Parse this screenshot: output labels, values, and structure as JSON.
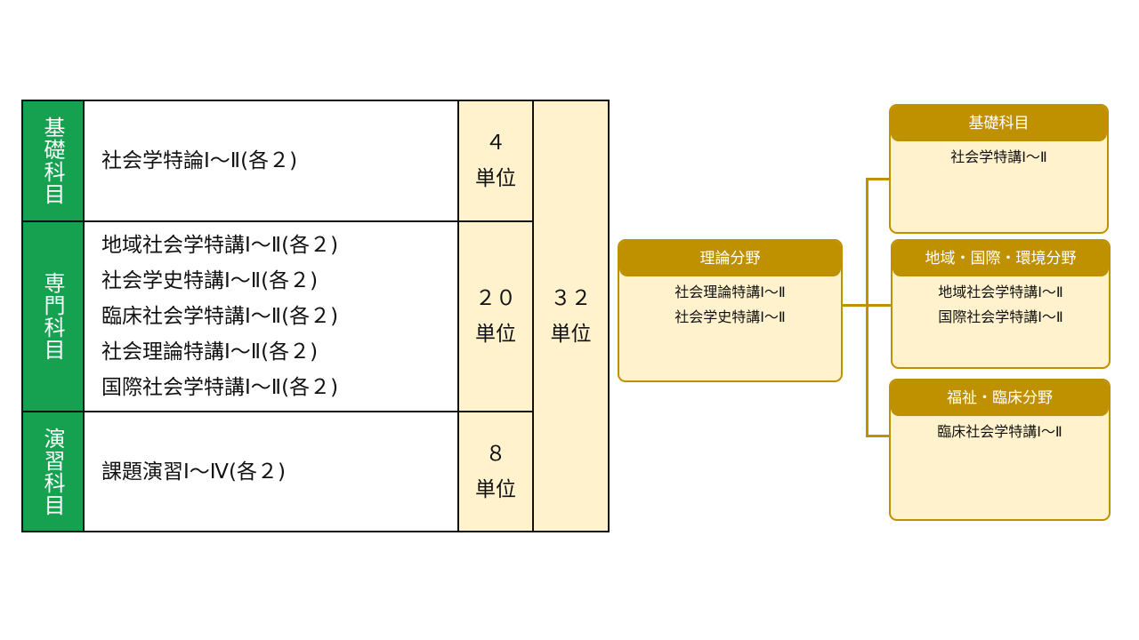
{
  "table": {
    "rows": [
      {
        "category": "基礎科目",
        "subjects": [
          "社会学特論Ⅰ～Ⅱ(各２)"
        ],
        "units": [
          "４",
          "単位"
        ]
      },
      {
        "category": "専門科目",
        "subjects": [
          "地域社会学特講Ⅰ～Ⅱ(各２)",
          "社会学史特講Ⅰ～Ⅱ(各２)",
          "臨床社会学特講Ⅰ～Ⅱ(各２)",
          "社会理論特講Ⅰ～Ⅱ(各２)",
          "国際社会学特講Ⅰ～Ⅱ(各２)"
        ],
        "units": [
          "２０",
          "単位"
        ]
      },
      {
        "category": "演習科目",
        "subjects": [
          "課題演習Ⅰ～Ⅳ(各２)"
        ],
        "units": [
          "８",
          "単位"
        ]
      }
    ],
    "total": [
      "３２",
      "単位"
    ]
  },
  "diagram": {
    "theory": {
      "title": "理論分野",
      "items": [
        "社会理論特講Ⅰ～Ⅱ",
        "社会学史特講Ⅰ～Ⅱ"
      ]
    },
    "basic": {
      "title": "基礎科目",
      "items": [
        "社会学特講Ⅰ～Ⅱ"
      ]
    },
    "regional": {
      "title": "地域・国際・環境分野",
      "items": [
        "地域社会学特講Ⅰ～Ⅱ",
        "国際社会学特講Ⅰ～Ⅱ"
      ]
    },
    "welfare": {
      "title": "福祉・臨床分野",
      "items": [
        "臨床社会学特講Ⅰ～Ⅱ"
      ]
    }
  },
  "colors": {
    "category_green": "#16a150",
    "unit_fill": "#fff2cc",
    "accent_gold": "#bf9000"
  }
}
